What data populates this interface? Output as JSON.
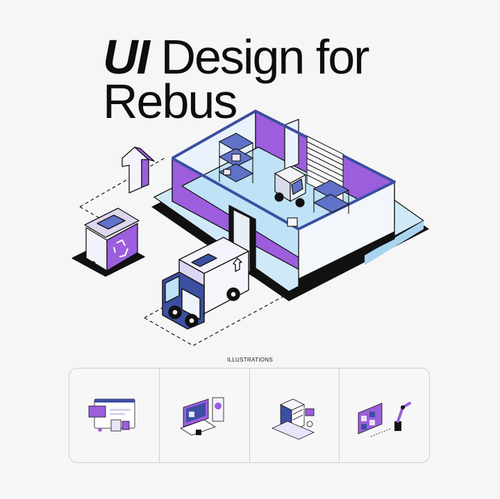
{
  "title": {
    "emphasis": "UI",
    "line1_rest": "Design for",
    "line2": "Rebus"
  },
  "section_label": "ILLUSTRATIONS",
  "gallery": [
    {
      "icon": "ui-dashboard-illustration"
    },
    {
      "icon": "computer-workstation-illustration"
    },
    {
      "icon": "server-stack-illustration"
    },
    {
      "icon": "robot-arm-warehouse-illustration"
    }
  ],
  "colors": {
    "accent": "#9b5cdb",
    "navy": "#3c4fa0",
    "light_blue": "#bfe3f7",
    "outline": "#111111"
  }
}
